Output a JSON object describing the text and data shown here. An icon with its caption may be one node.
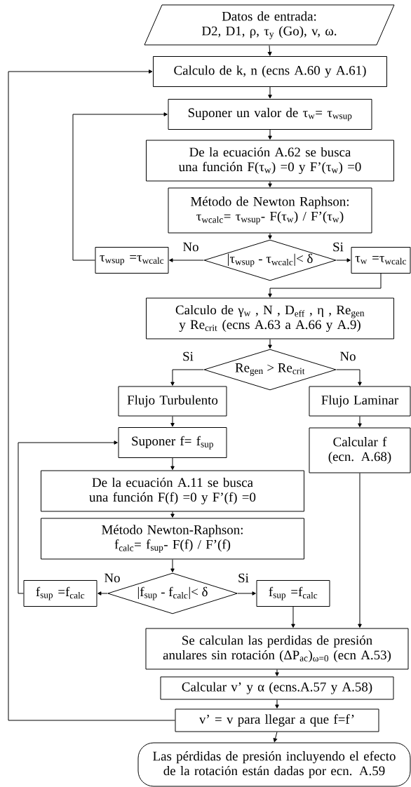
{
  "diagram": {
    "nodes": [
      {
        "text": [
          "Datos de entrada:",
          "D2, D1, ρ, τ$_{y}$ (Go), v, ω."
        ]
      },
      {
        "text": [
          "Calculo de k, n (ecns A.60 y A.61)"
        ]
      },
      {
        "text": [
          "Suponer un valor de τ$_{w}$= τ$_{wsup}$"
        ]
      },
      {
        "text": [
          "De la ecuación A.62 se busca una función F(τ$_{w}$) =0 y F’(τ$_{w}$) =0"
        ]
      },
      {
        "text": [
          "Método de Newton Raphson:",
          "τ$_{wcalc}$= τ$_{wsup}$- F(τ$_{w}$) / F’(τ$_{w}$)"
        ]
      },
      {
        "text": [
          "|τ$_{wsup}$ - τ$_{wcalc}$|< δ"
        ]
      },
      {
        "text": [
          "τ$_{wsup}$ =τ$_{wcalc}$"
        ]
      },
      {
        "text": [
          "τ$_{w}$ =τ$_{wcalc}$"
        ]
      },
      {
        "text": [
          "Calculo de γ$_{w}$ , N , D$_{eff}$ , η , Re$_{gen}$ y Re$_{crit}$ (ecns A.63 a A.66 y A.9)"
        ]
      },
      {
        "text": [
          "Re$_{gen}$ > Re$_{crit}$"
        ]
      },
      {
        "text": [
          "Flujo Turbulento"
        ]
      },
      {
        "text": [
          "Flujo Laminar"
        ]
      },
      {
        "text": [
          "Suponer f= f$_{sup}$"
        ]
      },
      {
        "text": [
          "De la ecuación A.11 se busca una función F(f) =0 y F’(f) =0"
        ]
      },
      {
        "text": [
          "Método Newton-Raphson:",
          "f$_{calc}$= f$_{sup}$- F(f) / F’(f)"
        ]
      },
      {
        "text": [
          "|f$_{sup}$ - f$_{calc}$|< δ"
        ]
      },
      {
        "text": [
          "f$_{sup}$ =f$_{calc}$"
        ]
      },
      {
        "text": [
          "f$_{sup}$ =f$_{calc}$"
        ]
      },
      {
        "text": [
          "Calcular f (ecn. A.68)"
        ]
      },
      {
        "text": [
          "Se calculan las perdidas de presión anulares sin rotación (ΔP$_{ac}$)$_{ω=0}$ (ecn A.53)"
        ]
      },
      {
        "text": [
          "Calcular v’ y α (ecns.A.57 y A.58)"
        ]
      },
      {
        "text": [
          "v’ = v para llegar a que f=f’"
        ]
      },
      {
        "text": [
          "Las pérdidas de presión incluyendo el efecto de la rotación están dadas por ecn. A.59"
        ]
      }
    ],
    "edges": [
      {
        "from": 0,
        "to": 1,
        "arrow": "to"
      },
      {
        "from": 1,
        "to": 2,
        "arrow": "to"
      },
      {
        "from": 2,
        "to": 3,
        "arrow": "to"
      },
      {
        "from": 3,
        "to": 4,
        "arrow": "to"
      },
      {
        "from": 4,
        "to": 5,
        "arrow": "to"
      },
      {
        "from": 5,
        "to": 6,
        "arrow": "to",
        "label": "No"
      },
      {
        "from": 5,
        "to": 7,
        "arrow": "to",
        "label": "Si"
      },
      {
        "from": 6,
        "to": 2,
        "arrow": "to"
      },
      {
        "from": 7,
        "to": 8,
        "arrow": "to"
      },
      {
        "from": 8,
        "to": 9,
        "arrow": "to"
      },
      {
        "from": 9,
        "to": 10,
        "arrow": "to",
        "label": "Si"
      },
      {
        "from": 9,
        "to": 11,
        "arrow": "to",
        "label": "No"
      },
      {
        "from": 10,
        "to": 12,
        "arrow": "to"
      },
      {
        "from": 12,
        "to": 13,
        "arrow": "to"
      },
      {
        "from": 13,
        "to": 14,
        "arrow": "to"
      },
      {
        "from": 14,
        "to": 15,
        "arrow": "to"
      },
      {
        "from": 15,
        "to": 16,
        "arrow": "to",
        "label": "No"
      },
      {
        "from": 15,
        "to": 17,
        "arrow": "to",
        "label": "Si"
      },
      {
        "from": 16,
        "to": 12,
        "arrow": "to"
      },
      {
        "from": 17,
        "to": 19,
        "arrow": "to"
      },
      {
        "from": 11,
        "to": 18,
        "arrow": "to"
      },
      {
        "from": 18,
        "to": 19,
        "arrow": "to"
      },
      {
        "from": 19,
        "to": 20,
        "arrow": "to"
      },
      {
        "from": 20,
        "to": 21,
        "arrow": "to"
      },
      {
        "from": 21,
        "to": 1,
        "arrow": "to"
      },
      {
        "from": 21,
        "to": 22,
        "arrow": "to"
      }
    ]
  }
}
